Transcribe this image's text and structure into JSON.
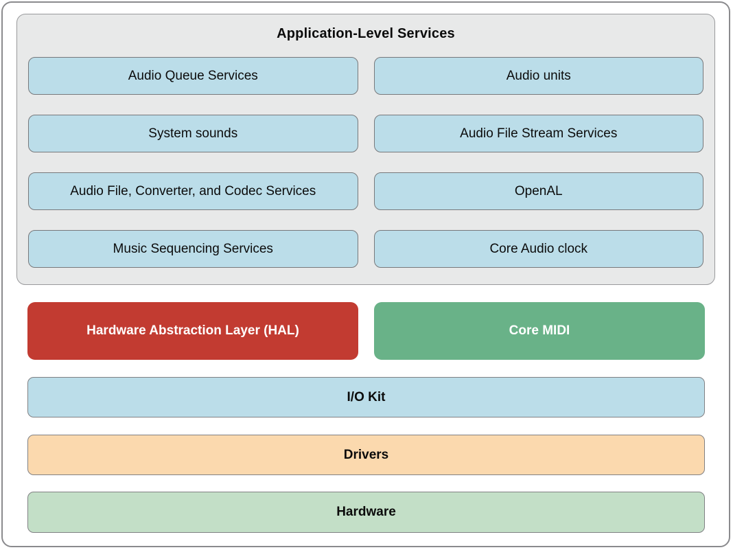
{
  "application_level": {
    "title": "Application-Level Services",
    "services": [
      {
        "label": "Audio Queue Services"
      },
      {
        "label": "Audio units"
      },
      {
        "label": "System sounds"
      },
      {
        "label": "Audio File Stream Services"
      },
      {
        "label": "Audio File, Converter, and Codec Services"
      },
      {
        "label": "OpenAL"
      },
      {
        "label": "Music Sequencing Services"
      },
      {
        "label": "Core Audio clock"
      }
    ]
  },
  "mid_layer": {
    "hal": {
      "label": "Hardware Abstraction Layer (HAL)"
    },
    "core_midi": {
      "label": "Core MIDI"
    }
  },
  "layers": {
    "io_kit": {
      "label": "I/O Kit"
    },
    "drivers": {
      "label": "Drivers"
    },
    "hardware": {
      "label": "Hardware"
    }
  },
  "colors": {
    "group_fill": "#E8E9E9",
    "service_box_fill": "#BBDDE9",
    "hal_fill": "#C23B31",
    "core_midi_fill": "#69B288",
    "io_kit_fill": "#BBDDE9",
    "drivers_fill": "#FBD9AE",
    "hardware_fill": "#C3DFC7",
    "box_border": "#77787B",
    "outer_border": "#8A8A8D",
    "text_dark": "#0B0B0B",
    "text_light": "#FFFFFF"
  }
}
